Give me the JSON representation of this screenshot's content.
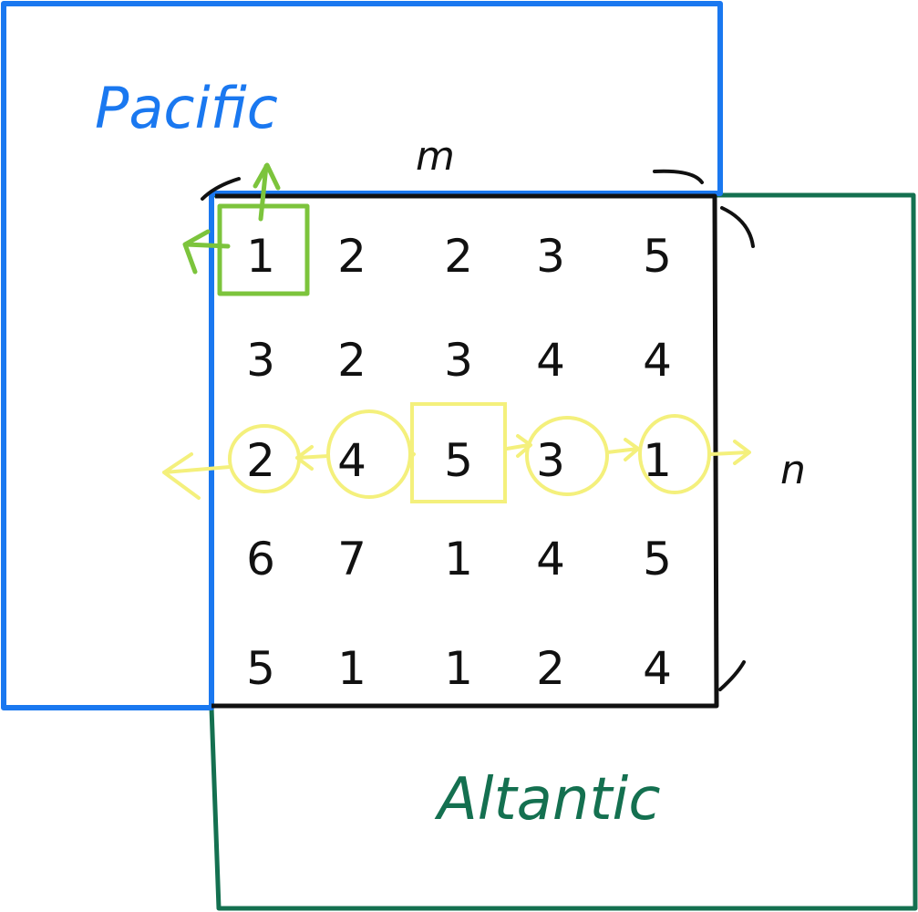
{
  "labels": {
    "pacific": "Pacific",
    "atlantic": "Altantic",
    "columns": "m",
    "rows": "n"
  },
  "colors": {
    "pacific": "#1a78f0",
    "atlantic": "#147050",
    "grid": "#111111",
    "start_highlight": "#7cc43c",
    "path_highlight": "#f4f07c",
    "text": "#111111"
  },
  "grid": {
    "rows": [
      [
        1,
        2,
        2,
        3,
        5
      ],
      [
        3,
        2,
        3,
        4,
        4
      ],
      [
        2,
        4,
        5,
        3,
        1
      ],
      [
        6,
        7,
        1,
        4,
        5
      ],
      [
        5,
        1,
        1,
        2,
        4
      ]
    ]
  },
  "highlights": {
    "start_cell": {
      "row": 0,
      "col": 0
    },
    "path_row": 2,
    "path_peak_col": 2
  }
}
